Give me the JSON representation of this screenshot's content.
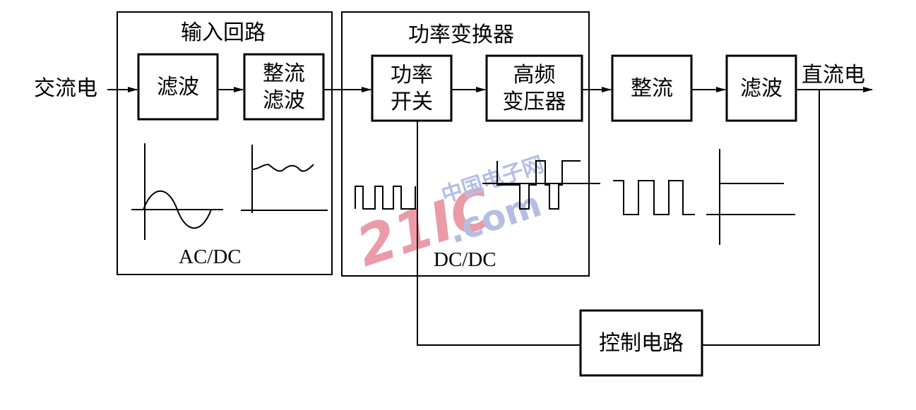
{
  "input_label": "交流电",
  "output_label": "直流电",
  "groups": {
    "input_circuit": {
      "title": "输入回路",
      "caption": "AC/DC"
    },
    "power_converter": {
      "title": "功率变换器",
      "caption": "DC/DC"
    }
  },
  "blocks": {
    "filter_1": [
      "滤波"
    ],
    "rectify_filter": [
      "整流",
      "滤波"
    ],
    "power_switch": [
      "功率",
      "开关"
    ],
    "hf_transformer": [
      "高频",
      "变压器"
    ],
    "rectify": [
      "整流"
    ],
    "filter_2": [
      "滤波"
    ],
    "control_circuit": [
      "控制电路"
    ]
  },
  "watermark": {
    "main": "21IC",
    "sub": "中国电子网",
    "dotcom": ".com"
  },
  "colors": {
    "line": "#000000",
    "watermark_red": "#e88a9a",
    "watermark_blue": "#a9b3dd"
  }
}
